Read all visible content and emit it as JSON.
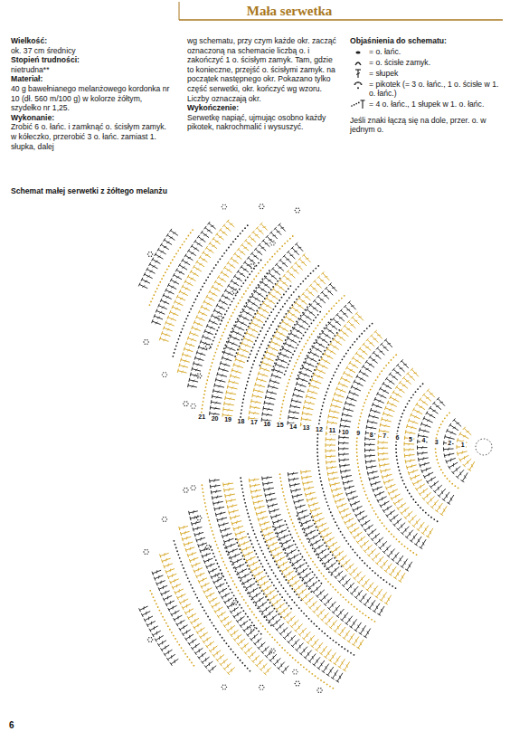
{
  "diagram": {
    "title": "Mała serwetka",
    "labels": [
      "Wielkość:",
      "ok. 37 cm średnicy",
      "Stopień trudności:",
      "nietrudna**",
      "Materiał:",
      "40 g bawełnianego melanżowego kordonka nr 10 (dł. 560 m/100 g) w kolorze żółtym, szydełko nr 1,25.",
      "Wykonanie:",
      "Zrobić 6 o. łańc. i zamknąć o. ścisłym zamyk. w kółeczko, przerobić 3 o. łańc. zamiast 1. słupka, dalej",
      "wg schematu, przy czym każde okr. zacząć oznaczoną na schemacie liczbą o. i zakończyć 1 o. ścisłym zamyk. Tam, gdzie to konieczne, przejść o. ścisłymi zamyk. na początek następnego okr. Pokazano tylko część serwetki, okr. kończyć wg wzoru. Liczby oznaczają okr.",
      "Wykończenie:",
      "Serwetkę napiąć, ujmując osobno każdy pikotek, nakrochmalić i wysuszyć.",
      "Objaśnienia do schematu:",
      "Jeśli znaki łączą się na dole, przer. o. w jednym o.",
      "Schemat małej serwetki z żółtego melanżu",
      "6",
      "1",
      "2",
      "3",
      "4",
      "5",
      "6",
      "7",
      "8",
      "9",
      "10",
      "11",
      "12",
      "13",
      "14",
      "15",
      "16",
      "17",
      "18",
      "19",
      "20",
      "21"
    ],
    "legend": [
      {
        "text": "= o. łańc."
      },
      {
        "text": "= o. ścisłe zamyk."
      },
      {
        "text": "= słupek"
      },
      {
        "text": "= pikotek (= 3 o. łańc., 1 o. ścisłe w 1. o. łańc.)"
      },
      {
        "text": "= 4 o. łańc., 1 słupek w 1. o. łańc."
      }
    ]
  }
}
